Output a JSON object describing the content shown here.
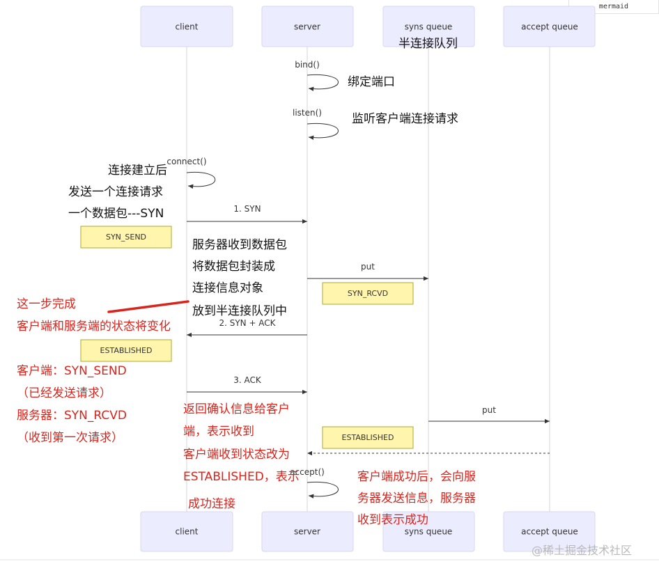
{
  "tag": "mermaid",
  "actors": [
    "client",
    "server",
    "syns queue",
    "accept queue"
  ],
  "messages": {
    "bind": "bind()",
    "listen": "listen()",
    "connect": "connect()",
    "syn": "1. SYN",
    "put1": "put",
    "synack": "2. SYN + ACK",
    "ack": "3. ACK",
    "put2": "put",
    "accept": "accept()"
  },
  "notes": {
    "syn_send": "SYN_SEND",
    "syn_rcvd": "SYN_RCVD",
    "established_client": "ESTABLISHED",
    "established_queue": "ESTABLISHED"
  },
  "annotations": {
    "half_queue": "半连接队列",
    "bind_port": "绑定端口",
    "listen_desc": "监听客户端连接请求",
    "connect_1": "连接建立后",
    "connect_2": "发送一个连接请求",
    "connect_3": "一个数据包---SYN",
    "server_1": "服务器收到数据包",
    "server_2": "将数据包封装成",
    "server_3": "连接信息对象",
    "server_4": "放到半连接队列中",
    "step_1": "这一步完成",
    "step_2": "客户端和服务端的状态将变化",
    "state_1": "客户端：SYN_SEND",
    "state_2": "（已经发送请求）",
    "state_3": "服务器：SYN_RCVD",
    "state_4": "（收到第一次请求）",
    "ack_1": "返回确认信息给客户",
    "ack_2": "端，表示收到",
    "ack_3": "客户端收到状态改为",
    "ack_4": "ESTABLISHED，表示",
    "ack_5": "成功连接",
    "succ_1": "客户端成功后，会向服",
    "succ_2": "务器发送信息，服务器",
    "succ_3": "收到表示成功"
  },
  "watermark": "@稀土掘金技术社区",
  "colors": {
    "actor_fill": "#ececff",
    "note_fill": "#fff5ad",
    "annotation_red": "#d9241c",
    "marker_red": "#d9241c"
  }
}
